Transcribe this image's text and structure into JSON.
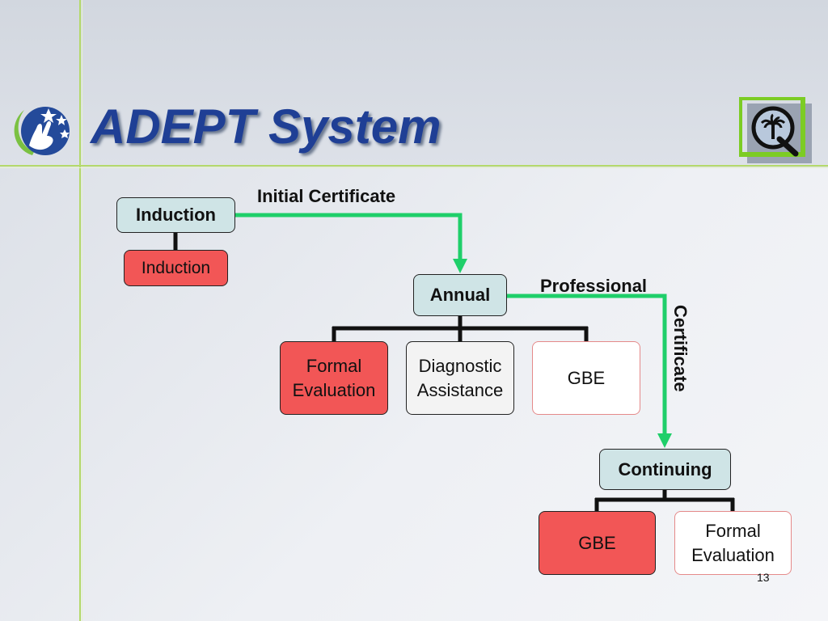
{
  "slide": {
    "title": "ADEPT System",
    "page_number": "13"
  },
  "diagram": {
    "stages": {
      "induction": {
        "label": "Induction",
        "components": [
          "Induction"
        ]
      },
      "annual": {
        "label": "Annual",
        "components": [
          "Formal\nEvaluation",
          "Diagnostic\nAssistance",
          "GBE"
        ]
      },
      "continuing": {
        "label": "Continuing",
        "components": [
          "GBE",
          "Formal\nEvaluation"
        ]
      }
    },
    "transitions": {
      "initial": "Initial Certificate",
      "professional_1": "Professional",
      "professional_2": "Certificate"
    }
  },
  "colors": {
    "title": "#1f3f95",
    "stage_fill": "#cfe4e6",
    "red_fill": "#f25656",
    "arrow": "#1fcf6a",
    "accent_line": "#b4d96a"
  },
  "icons": [
    "star-hand-logo-icon",
    "palmetto-q-logo-icon"
  ]
}
